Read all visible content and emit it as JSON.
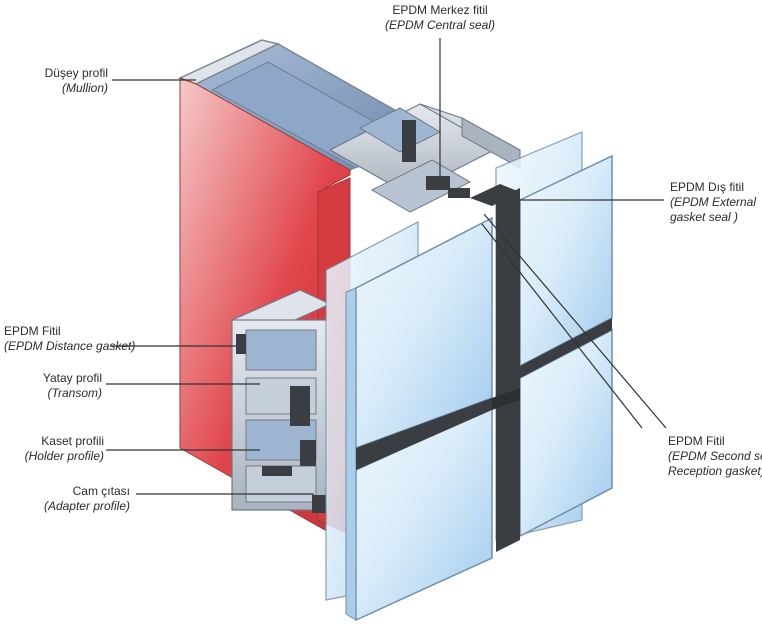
{
  "colors": {
    "mullion_face": "#e0454b",
    "mullion_highlight": "#f6c9c9",
    "aluminium": "#c7cdd6",
    "aluminium_dark": "#8c96a3",
    "gasket": "#3a3d42",
    "glass_light": "#d9ecf9",
    "glass_mid": "#9fc9ee",
    "glass_edge": "#6f8fa8",
    "leader": "#333333"
  },
  "labels": {
    "central_seal": {
      "title": "EPDM Merkez fitil",
      "subtitle": "(EPDM Central seal)"
    },
    "mullion": {
      "title": "Düşey profil",
      "subtitle": "(Mullion)"
    },
    "external_seal": {
      "title": "EPDM Dış fitil",
      "subtitle_line1": "(EPDM External",
      "subtitle_line2": "gasket seal )"
    },
    "distance_gasket": {
      "title": "EPDM Fitil",
      "subtitle": "(EPDM Distance gasket)"
    },
    "transom": {
      "title": "Yatay profil",
      "subtitle": "(Transom)"
    },
    "holder": {
      "title": "Kaset profili",
      "subtitle": "(Holder profile)"
    },
    "adapter": {
      "title": "Cam çıtası",
      "subtitle": "(Adapter profile)"
    },
    "second_seal": {
      "title": "EPDM Fitil",
      "subtitle_line1": "(EPDM Second seal",
      "subtitle_line2": "Reception gasket)"
    }
  }
}
